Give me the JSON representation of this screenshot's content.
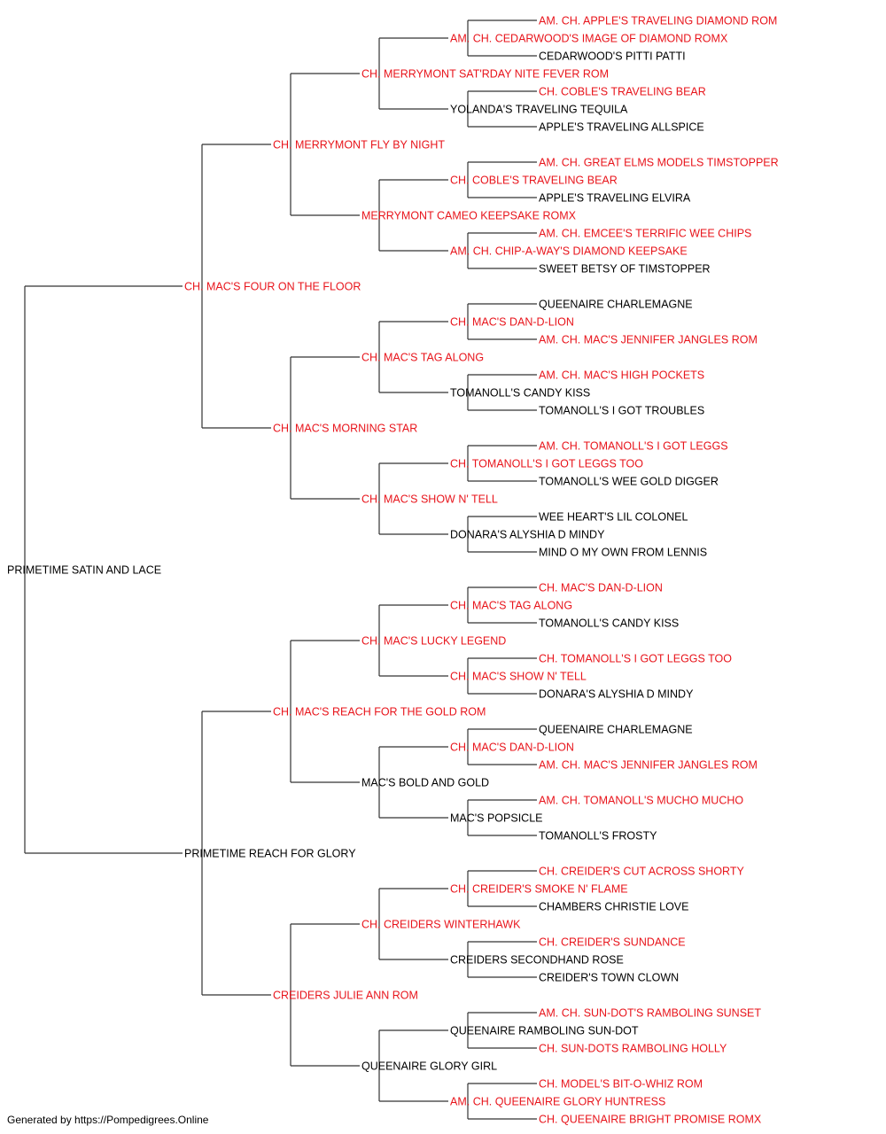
{
  "colors": {
    "champion": "#e8141b",
    "normal": "#000000",
    "line": "#333333"
  },
  "tree": {
    "name": "PRIMETIME SATIN AND LACE",
    "ch": false,
    "sire": {
      "name": "CH. MAC'S FOUR ON THE FLOOR",
      "ch": true,
      "sire": {
        "name": "CH. MERRYMONT FLY BY NIGHT",
        "ch": true,
        "sire": {
          "name": "CH. MERRYMONT SAT'RDAY NITE FEVER ROM",
          "ch": true,
          "sire": {
            "name": "AM. CH. CEDARWOOD'S IMAGE OF DIAMOND ROMX",
            "ch": true,
            "sire": {
              "name": "AM. CH. APPLE'S TRAVELING DIAMOND ROM",
              "ch": true
            },
            "dam": {
              "name": "CEDARWOOD'S PITTI PATTI",
              "ch": false
            }
          },
          "dam": {
            "name": "YOLANDA'S TRAVELING TEQUILA",
            "ch": false,
            "sire": {
              "name": "CH. COBLE'S TRAVELING BEAR",
              "ch": true
            },
            "dam": {
              "name": "APPLE'S TRAVELING ALLSPICE",
              "ch": false
            }
          }
        },
        "dam": {
          "name": "MERRYMONT CAMEO KEEPSAKE ROMX",
          "ch": true,
          "sire": {
            "name": "CH. COBLE'S TRAVELING BEAR",
            "ch": true,
            "sire": {
              "name": "AM. CH. GREAT ELMS MODELS TIMSTOPPER",
              "ch": true
            },
            "dam": {
              "name": "APPLE'S TRAVELING ELVIRA",
              "ch": false
            }
          },
          "dam": {
            "name": "AM. CH. CHIP-A-WAY'S DIAMOND KEEPSAKE",
            "ch": true,
            "sire": {
              "name": "AM. CH. EMCEE'S TERRIFIC WEE CHIPS",
              "ch": true
            },
            "dam": {
              "name": "SWEET BETSY OF TIMSTOPPER",
              "ch": false
            }
          }
        }
      },
      "dam": {
        "name": "CH. MAC'S MORNING STAR",
        "ch": true,
        "sire": {
          "name": "CH. MAC'S TAG ALONG",
          "ch": true,
          "sire": {
            "name": "CH. MAC'S DAN-D-LION",
            "ch": true,
            "sire": {
              "name": "QUEENAIRE CHARLEMAGNE",
              "ch": false
            },
            "dam": {
              "name": "AM. CH. MAC'S JENNIFER JANGLES ROM",
              "ch": true
            }
          },
          "dam": {
            "name": "TOMANOLL'S CANDY KISS",
            "ch": false,
            "sire": {
              "name": "AM. CH. MAC'S HIGH POCKETS",
              "ch": true
            },
            "dam": {
              "name": "TOMANOLL'S I GOT TROUBLES",
              "ch": false
            }
          }
        },
        "dam": {
          "name": "CH. MAC'S SHOW N' TELL",
          "ch": true,
          "sire": {
            "name": "CH. TOMANOLL'S I GOT LEGGS TOO",
            "ch": true,
            "sire": {
              "name": "AM. CH. TOMANOLL'S I GOT LEGGS",
              "ch": true
            },
            "dam": {
              "name": "TOMANOLL'S WEE GOLD DIGGER",
              "ch": false
            }
          },
          "dam": {
            "name": "DONARA'S ALYSHIA D MINDY",
            "ch": false,
            "sire": {
              "name": "WEE HEART'S LIL COLONEL",
              "ch": false
            },
            "dam": {
              "name": "MIND O MY OWN FROM LENNIS",
              "ch": false
            }
          }
        }
      }
    },
    "dam": {
      "name": "PRIMETIME REACH FOR GLORY",
      "ch": false,
      "sire": {
        "name": "CH. MAC'S REACH FOR THE GOLD ROM",
        "ch": true,
        "sire": {
          "name": "CH. MAC'S LUCKY LEGEND",
          "ch": true,
          "sire": {
            "name": "CH. MAC'S TAG ALONG",
            "ch": true,
            "sire": {
              "name": "CH. MAC'S DAN-D-LION",
              "ch": true
            },
            "dam": {
              "name": "TOMANOLL'S CANDY KISS",
              "ch": false
            }
          },
          "dam": {
            "name": "CH. MAC'S SHOW N' TELL",
            "ch": true,
            "sire": {
              "name": "CH. TOMANOLL'S I GOT LEGGS TOO",
              "ch": true
            },
            "dam": {
              "name": "DONARA'S ALYSHIA D MINDY",
              "ch": false
            }
          }
        },
        "dam": {
          "name": "MAC'S BOLD AND GOLD",
          "ch": false,
          "sire": {
            "name": "CH. MAC'S DAN-D-LION",
            "ch": true,
            "sire": {
              "name": "QUEENAIRE CHARLEMAGNE",
              "ch": false
            },
            "dam": {
              "name": "AM. CH. MAC'S JENNIFER JANGLES ROM",
              "ch": true
            }
          },
          "dam": {
            "name": "MAC'S POPSICLE",
            "ch": false,
            "sire": {
              "name": "AM. CH. TOMANOLL'S MUCHO MUCHO",
              "ch": true
            },
            "dam": {
              "name": "TOMANOLL'S FROSTY",
              "ch": false
            }
          }
        }
      },
      "dam": {
        "name": "CREIDERS JULIE ANN ROM",
        "ch": true,
        "sire": {
          "name": "CH. CREIDERS WINTERHAWK",
          "ch": true,
          "sire": {
            "name": "CH. CREIDER'S SMOKE N' FLAME",
            "ch": true,
            "sire": {
              "name": "CH. CREIDER'S CUT ACROSS SHORTY",
              "ch": true
            },
            "dam": {
              "name": "CHAMBERS CHRISTIE LOVE",
              "ch": false
            }
          },
          "dam": {
            "name": "CREIDERS SECONDHAND ROSE",
            "ch": false,
            "sire": {
              "name": "CH. CREIDER'S SUNDANCE",
              "ch": true
            },
            "dam": {
              "name": "CREIDER'S TOWN CLOWN",
              "ch": false
            }
          }
        },
        "dam": {
          "name": "QUEENAIRE GLORY GIRL",
          "ch": false,
          "sire": {
            "name": "QUEENAIRE RAMBOLING SUN-DOT",
            "ch": false,
            "sire": {
              "name": "AM. CH. SUN-DOT'S RAMBOLING SUNSET",
              "ch": true
            },
            "dam": {
              "name": "CH. SUN-DOTS RAMBOLING HOLLY",
              "ch": true
            }
          },
          "dam": {
            "name": "AM. CH. QUEENAIRE GLORY HUNTRESS",
            "ch": true,
            "sire": {
              "name": "CH. MODEL'S BIT-O-WHIZ ROM",
              "ch": true
            },
            "dam": {
              "name": "CH. QUEENAIRE BRIGHT PROMISE ROMX",
              "ch": true
            }
          }
        }
      }
    }
  },
  "footer": "Generated by https://Pompedigrees.Online"
}
